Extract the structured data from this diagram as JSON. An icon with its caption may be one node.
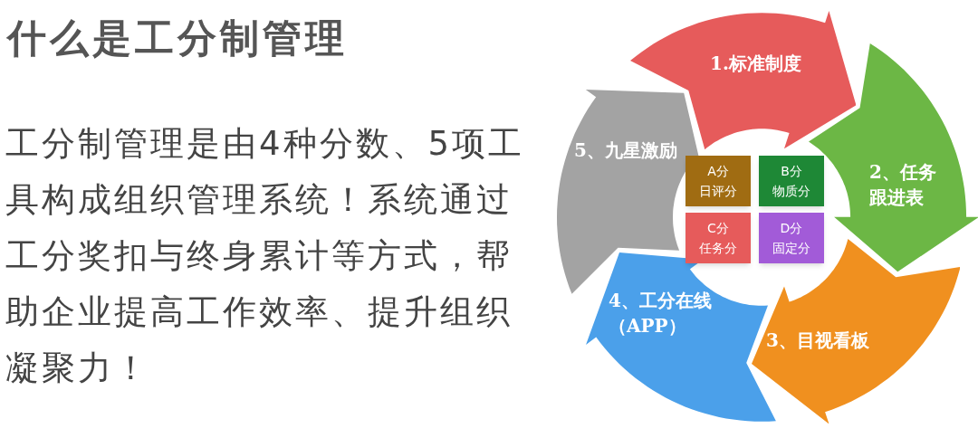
{
  "diagram": {
    "title": "什么是工分制管理",
    "nodes": [
      {
        "text": [
          "1.标准制度"
        ]
      },
      {
        "text": [
          "2、任务跟进表"
        ]
      },
      {
        "text": [
          "3、目视看板"
        ]
      },
      {
        "text": [
          "4、工分在线（APP）"
        ]
      },
      {
        "text": [
          "5、九星激励"
        ]
      },
      {
        "text": [
          "A分",
          "日评分"
        ]
      },
      {
        "text": [
          "B分",
          "物质分"
        ]
      },
      {
        "text": [
          "C分",
          "任务分"
        ]
      },
      {
        "text": [
          "D分",
          "固定分"
        ]
      }
    ],
    "labels": [
      "工分制管理是由4种分数、5项工具构成组织管理系统！系统通过工分奖扣与终身累计等方式，帮助企业提高工作效率、提升组织凝聚力！"
    ]
  }
}
